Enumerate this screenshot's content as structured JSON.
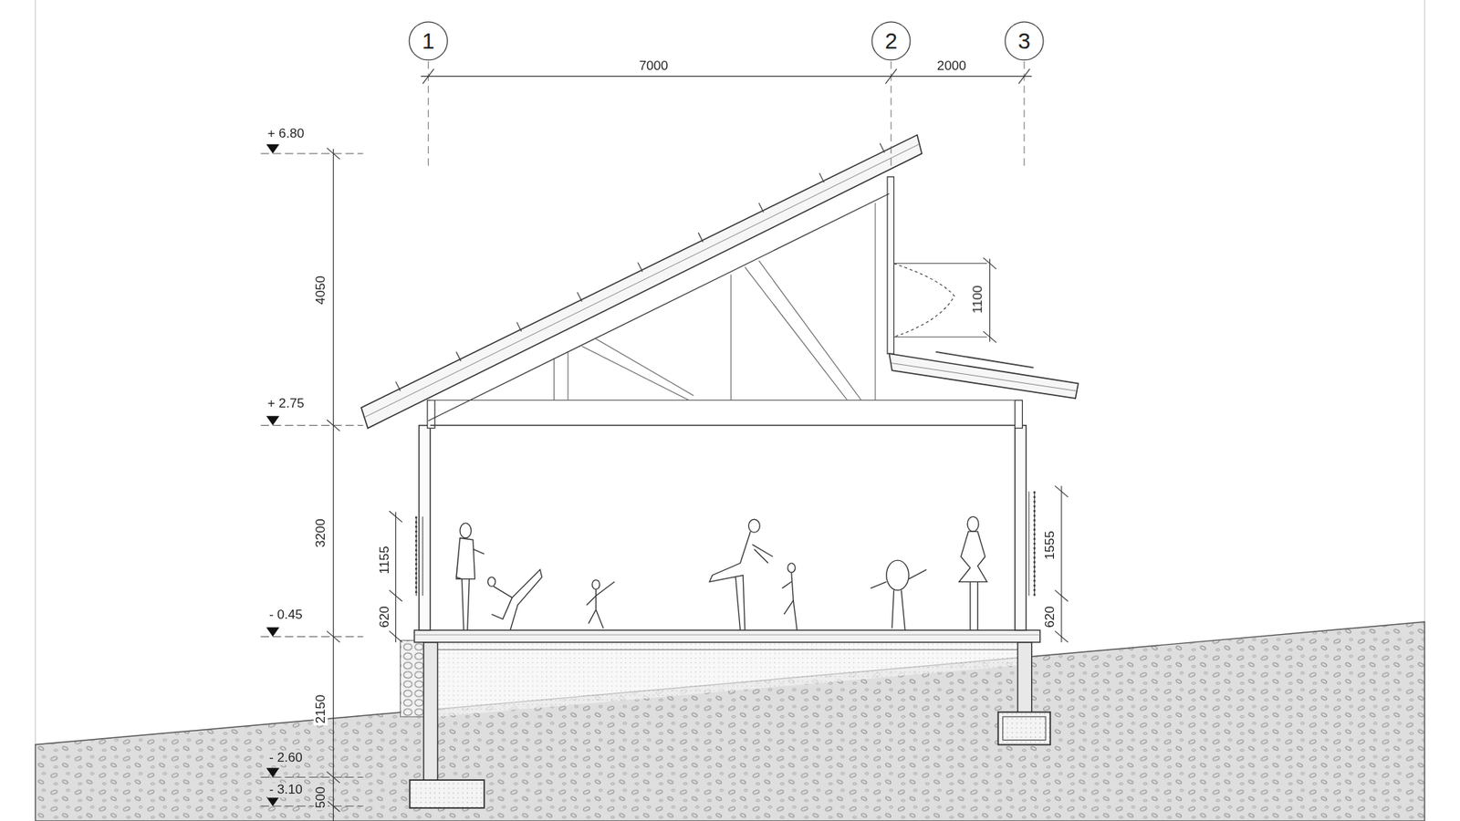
{
  "diagram": {
    "nodes": [
      {
        "text": [
          "1"
        ]
      },
      {
        "text": [
          "2"
        ]
      },
      {
        "text": [
          "3"
        ]
      }
    ],
    "labels": [
      "7000",
      "2000",
      "+ 6.80",
      "4050",
      "+ 2.75",
      "1100",
      "3200",
      "1155",
      "1555",
      "- 0.45",
      "620",
      "620",
      "2150",
      "- 2.60",
      "- 3.10",
      "500"
    ]
  }
}
